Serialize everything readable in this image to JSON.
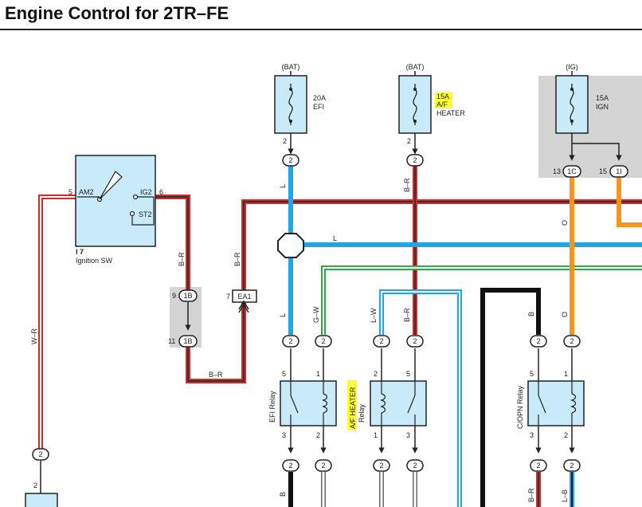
{
  "page": {
    "title": "Engine Control for 2TR–FE"
  },
  "sources": {
    "bat_left": "(BAT)",
    "bat_right": "(BAT)",
    "ig": "(IG)"
  },
  "fuses": {
    "efi": {
      "amp": "20A",
      "name": "EFI"
    },
    "heater": {
      "amp": "15A",
      "name1": "A/F",
      "name2": "HEATER"
    },
    "ign": {
      "amp": "15A",
      "name": "IGN"
    }
  },
  "ignition_switch": {
    "id": "I 7",
    "name": "Ignition SW",
    "pin_am2": "5",
    "label_am2": "AM2",
    "pin_ig2": "6",
    "label_ig2": "IG2",
    "label_st2": "ST2"
  },
  "connectors": {
    "c2": "2",
    "c1b": "1B",
    "c1c": "1C",
    "c1i": "1I",
    "ea1": "EA1",
    "pin9": "9",
    "pin11": "11",
    "pin7": "7",
    "pin13": "13",
    "pin15": "15",
    "pin1": "1",
    "pin2": "2",
    "pin3": "3",
    "pin5": "5"
  },
  "wires": {
    "wr": "W–R",
    "br": "B–R",
    "l": "L",
    "gw": "G–W",
    "lw": "L–W",
    "b": "B",
    "o": "O",
    "lb": "L–B"
  },
  "relays": {
    "efi": "EFI Relay",
    "heater_line1": "A/F HEATER",
    "heater_line2": "Relay",
    "copn": "C/OPN Relay"
  },
  "colors": {
    "blue": "#1ea7e6",
    "green": "#2eaa4a",
    "red": "#d42a2a",
    "black": "#111111",
    "orange": "#f7941d",
    "panel": "#c9eaf8",
    "highlight": "#ffff33",
    "gray": "#d4d4d4"
  }
}
